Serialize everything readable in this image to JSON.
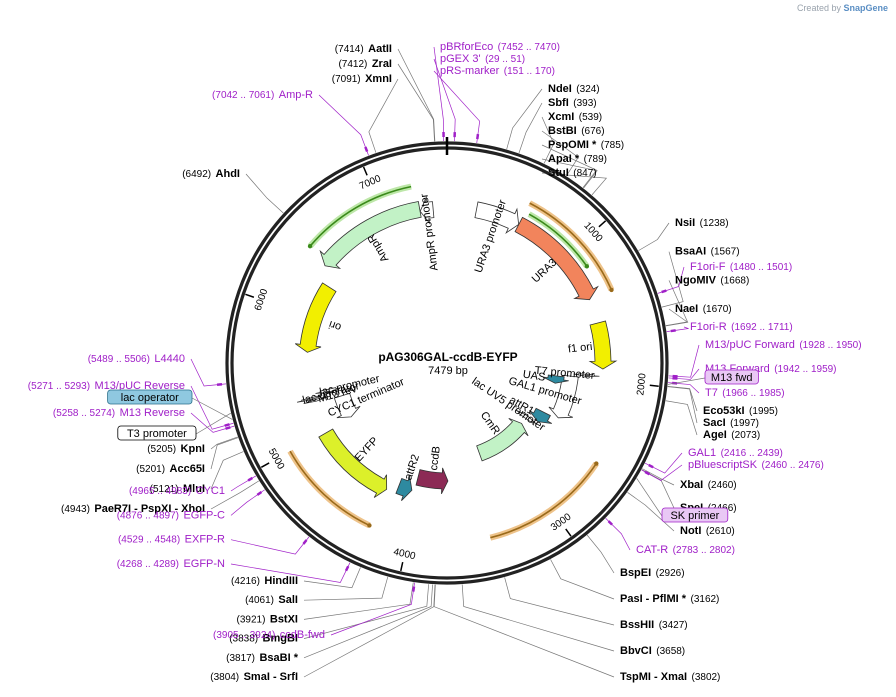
{
  "credit": {
    "prefix": "Created by",
    "brand": "SnapGene"
  },
  "plasmid": {
    "name": "pAG306GAL-ccdB-EYFP",
    "length": 7479,
    "length_label": "7479 bp"
  },
  "ticks": [
    "1000",
    "2000",
    "3000",
    "4000",
    "5000",
    "6000",
    "7000"
  ],
  "features": [
    {
      "name": "URA3 promoter",
      "start": 226,
      "end": 568,
      "dir": 1,
      "color": "#ffffff",
      "label": "URA3 promoter"
    },
    {
      "name": "URA3",
      "start": 569,
      "end": 1372,
      "dir": 1,
      "color": "#f2845c",
      "label": "URA3"
    },
    {
      "name": "f1 ori",
      "start": 1561,
      "end": 1916,
      "dir": 1,
      "color": "#f2ef00",
      "label": "f1 ori"
    },
    {
      "name": "T7 promoter",
      "start": 1966,
      "end": 1984,
      "dir": 1,
      "color": "#ffffff",
      "label": "T7 promoter"
    },
    {
      "name": "GAL1 promoter",
      "start": 1996,
      "end": 2415,
      "dir": 1,
      "color": "#ffffff",
      "label": "GAL1 promoter"
    },
    {
      "name": "UAS",
      "start": 2010,
      "end": 2090,
      "dir": 1,
      "color": "#2e8aa0",
      "label": "UAS"
    },
    {
      "name": "attR1",
      "start": 2430,
      "end": 2553,
      "dir": 1,
      "color": "#2e8aa0",
      "label": "attR1"
    },
    {
      "name": "lac UV5 promoter",
      "start": 2560,
      "end": 2600,
      "dir": -1,
      "color": "#ffffff",
      "label": "lac UV5 promoter"
    },
    {
      "name": "CmR",
      "start": 2680,
      "end": 3330,
      "dir": -1,
      "color": "#c2f2c6",
      "label": "CmR"
    },
    {
      "name": "ccdB",
      "start": 3730,
      "end": 4035,
      "dir": -1,
      "color": "#8c2a55",
      "label": "ccdB"
    },
    {
      "name": "attR2",
      "start": 4060,
      "end": 4184,
      "dir": -1,
      "color": "#2e8aa0",
      "label": "attR2"
    },
    {
      "name": "EYFP",
      "start": 4270,
      "end": 4986,
      "dir": -1,
      "color": "#dcf02a",
      "label": "EYFP"
    },
    {
      "name": "CYC1 terminator",
      "start": 5000,
      "end": 5250,
      "dir": -1,
      "color": "#ffffff",
      "label": "CYC1 terminator"
    },
    {
      "name": "M13 rev",
      "start": 5271,
      "end": 5287,
      "dir": -1,
      "color": "#ffffff",
      "label": "M13 rev"
    },
    {
      "name": "lac operator",
      "start": 5295,
      "end": 5311,
      "dir": -1,
      "color": "#ffffff",
      "label": "lac operator"
    },
    {
      "name": "lac promoter",
      "start": 5320,
      "end": 5350,
      "dir": -1,
      "color": "#ffffff",
      "label": "lac promoter"
    },
    {
      "name": "ori",
      "start": 5700,
      "end": 6290,
      "dir": -1,
      "color": "#f2ef00",
      "label": "ori"
    },
    {
      "name": "AmpR",
      "start": 6410,
      "end": 7270,
      "dir": -1,
      "color": "#c2f2c6",
      "label": "AmpR"
    },
    {
      "name": "AmpR promoter",
      "start": 7271,
      "end": 7372,
      "dir": -1,
      "color": "#ffffff",
      "label": "AmpR promoter"
    }
  ],
  "left_sites": [
    {
      "pos": 7414,
      "name": "AatII",
      "coord": "(7414)"
    },
    {
      "pos": 7412,
      "name": "ZraI",
      "coord": "(7412)"
    },
    {
      "pos": 7091,
      "name": "XmnI",
      "coord": "(7091)"
    },
    {
      "pos": 6492,
      "name": "AhdI",
      "coord": "(6492)"
    },
    {
      "pos": 5205,
      "name": "KpnI",
      "coord": "(5205)"
    },
    {
      "pos": 5201,
      "name": "Acc65I",
      "coord": "(5201)"
    },
    {
      "pos": 5121,
      "name": "MluI",
      "coord": "(5121)"
    },
    {
      "pos": 4943,
      "name": "PaeR7I - PspXI - XhoI",
      "coord": "(4943)"
    },
    {
      "pos": 4216,
      "name": "HindIII",
      "coord": "(4216)"
    },
    {
      "pos": 4061,
      "name": "SalI",
      "coord": "(4061)"
    },
    {
      "pos": 3921,
      "name": "BstXI",
      "coord": "(3921)"
    },
    {
      "pos": 3838,
      "name": "BmgBI",
      "coord": "(3838)"
    },
    {
      "pos": 3817,
      "name": "BsaBI *",
      "coord": "(3817)"
    },
    {
      "pos": 3804,
      "name": "SmaI - SrfI",
      "coord": "(3804)"
    }
  ],
  "right_sites": [
    {
      "pos": 324,
      "name": "NdeI",
      "coord": "(324)"
    },
    {
      "pos": 393,
      "name": "SbfI",
      "coord": "(393)"
    },
    {
      "pos": 539,
      "name": "XcmI",
      "coord": "(539)"
    },
    {
      "pos": 676,
      "name": "BstBI",
      "coord": "(676)"
    },
    {
      "pos": 785,
      "name": "PspOMI *",
      "coord": "(785)"
    },
    {
      "pos": 789,
      "name": "ApaI *",
      "coord": "(789)"
    },
    {
      "pos": 847,
      "name": "StuI",
      "coord": "(847)"
    },
    {
      "pos": 1238,
      "name": "NsiI",
      "coord": "(1238)"
    },
    {
      "pos": 1567,
      "name": "BsaAI",
      "coord": "(1567)"
    },
    {
      "pos": 1668,
      "name": "NgoMIV",
      "coord": "(1668)"
    },
    {
      "pos": 1670,
      "name": "NaeI",
      "coord": "(1670)"
    },
    {
      "pos": 1995,
      "name": "Eco53kI",
      "coord": "(1995)"
    },
    {
      "pos": 1997,
      "name": "SacI",
      "coord": "(1997)"
    },
    {
      "pos": 2073,
      "name": "AgeI",
      "coord": "(2073)"
    },
    {
      "pos": 2460,
      "name": "XbaI",
      "coord": "(2460)"
    },
    {
      "pos": 2466,
      "name": "SpeI",
      "coord": "(2466)"
    },
    {
      "pos": 2610,
      "name": "NotI",
      "coord": "(2610)"
    },
    {
      "pos": 2926,
      "name": "BspEI",
      "coord": "(2926)"
    },
    {
      "pos": 3162,
      "name": "PasI - PflMI *",
      "coord": "(3162)"
    },
    {
      "pos": 3427,
      "name": "BssHII",
      "coord": "(3427)"
    },
    {
      "pos": 3658,
      "name": "BbvCI",
      "coord": "(3658)"
    },
    {
      "pos": 3802,
      "name": "TspMI - XmaI",
      "coord": "(3802)"
    }
  ],
  "left_primers": [
    {
      "pos": 7049,
      "name": "Amp-R",
      "coord": "(7042 .. 7061)"
    },
    {
      "pos": 5497,
      "name": "L4440",
      "coord": "(5489 .. 5506)"
    },
    {
      "pos": 5282,
      "name": "M13/pUC Reverse",
      "coord": "(5271 .. 5293)"
    },
    {
      "pos": 5266,
      "name": "M13 Reverse",
      "coord": "(5258 .. 5274)"
    },
    {
      "pos": 4974,
      "name": "CYC1",
      "coord": "(4965 .. 4983)"
    },
    {
      "pos": 4886,
      "name": "EGFP-C",
      "coord": "(4876 .. 4897)"
    },
    {
      "pos": 4538,
      "name": "EXFP-R",
      "coord": "(4529 .. 4548)"
    },
    {
      "pos": 4278,
      "name": "EGFP-N",
      "coord": "(4268 .. 4289)"
    },
    {
      "pos": 3914,
      "name": "ccdB-fwd",
      "coord": "(3905 .. 3924)"
    }
  ],
  "right_primers": [
    {
      "pos": 7461,
      "name": "pBRforEco",
      "coord": "(7452 .. 7470)"
    },
    {
      "pos": 40,
      "name": "pGEX 3'",
      "coord": "(29 .. 51)"
    },
    {
      "pos": 160,
      "name": "pRS-marker",
      "coord": "(151 .. 170)"
    },
    {
      "pos": 1490,
      "name": "F1ori-F",
      "coord": "(1480 .. 1501)"
    },
    {
      "pos": 1701,
      "name": "F1ori-R",
      "coord": "(1692 .. 1711)"
    },
    {
      "pos": 1939,
      "name": "M13/pUC Forward",
      "coord": "(1928 .. 1950)"
    },
    {
      "pos": 1950,
      "name": "M13 Forward",
      "coord": "(1942 .. 1959)"
    },
    {
      "pos": 1975,
      "name": "T7",
      "coord": "(1966 .. 1985)"
    },
    {
      "pos": 2427,
      "name": "GAL1",
      "coord": "(2416 .. 2439)"
    },
    {
      "pos": 2468,
      "name": "pBluescriptSK",
      "coord": "(2460 .. 2476)"
    },
    {
      "pos": 2792,
      "name": "CAT-R",
      "coord": "(2783 .. 2802)"
    }
  ],
  "boxed_features": [
    {
      "pos": 1985,
      "name": "M13 fwd",
      "fill": "#e9c8f5",
      "stroke": "#a020c8",
      "side": "right"
    },
    {
      "pos": 5303,
      "name": "lac operator",
      "fill": "#8fc8e0",
      "stroke": "#2a6f8a",
      "side": "left"
    },
    {
      "pos": 5338,
      "name": "T3 promoter",
      "fill": "#ffffff",
      "stroke": "#000000",
      "side": "left"
    },
    {
      "pos": 2520,
      "name": "SK primer",
      "fill": "#e9c8f5",
      "stroke": "#a020c8",
      "side": "right"
    }
  ],
  "orf_arcs": [
    {
      "start": 568,
      "end": 1372,
      "dir": 1,
      "color": "#eec38a",
      "stroke": "#9a6a1a"
    },
    {
      "start": 2575,
      "end": 3450,
      "dir": -1,
      "color": "#eec38a",
      "stroke": "#9a6a1a"
    },
    {
      "start": 4270,
      "end": 5000,
      "dir": -1,
      "color": "#eec38a",
      "stroke": "#9a6a1a"
    },
    {
      "start": 6450,
      "end": 7240,
      "dir": -1,
      "color": "#bde7a8",
      "stroke": "#3a8a1a"
    },
    {
      "start": 600,
      "end": 1150,
      "dir": 1,
      "color": "#bde7a8",
      "stroke": "#3a8a1a"
    }
  ]
}
